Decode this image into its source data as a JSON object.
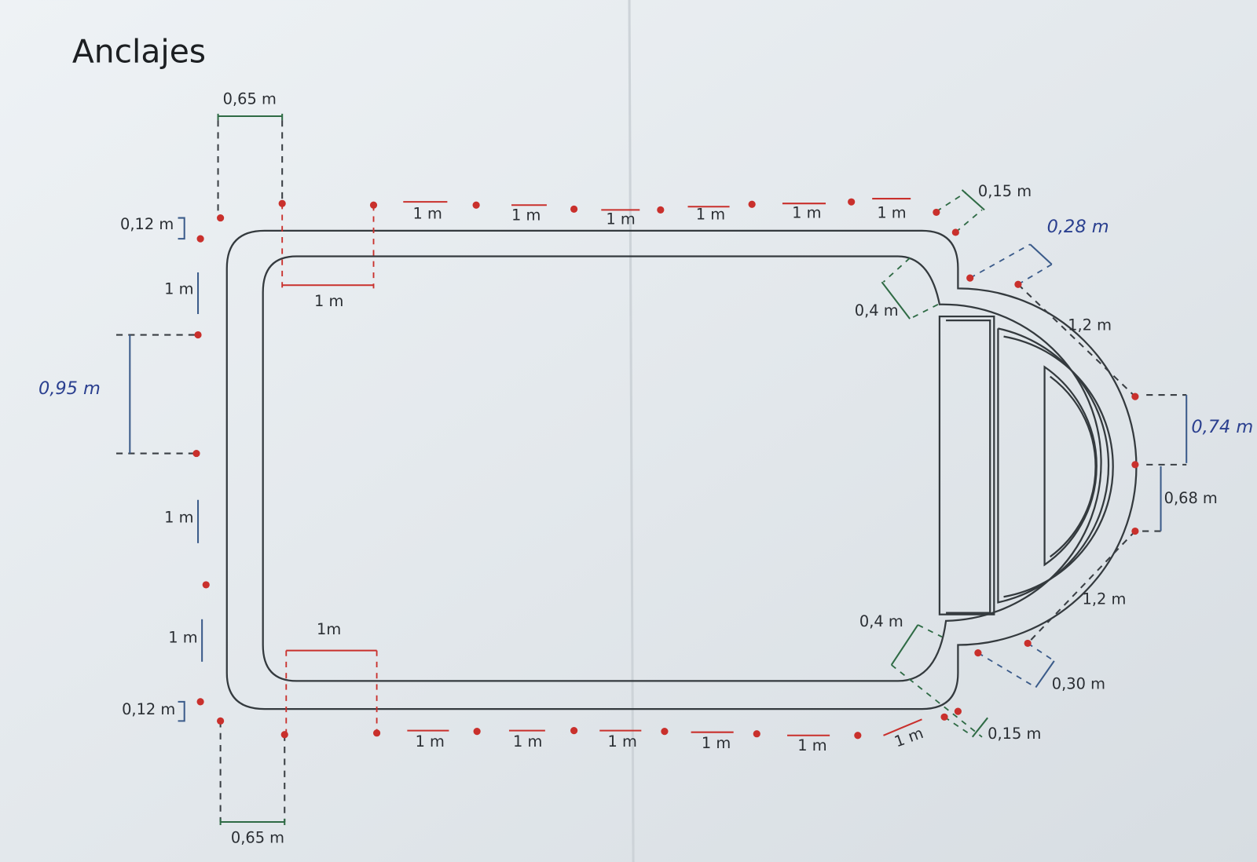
{
  "title": "Anclajes",
  "labels": {
    "top_width": "0,65 m",
    "bottom_width": "0,65 m",
    "offset_top_left": "0,12 m",
    "offset_bottom_left": "0,12 m",
    "left_1m_a": "1 m",
    "left_1m_b": "1 m",
    "left_1m_c": "1 m",
    "left_gap": "0,95 m",
    "inner_top": "1 m",
    "inner_bottom": "1m",
    "top_spacings": [
      "1 m",
      "1 m",
      "1 m",
      "1 m",
      "1 m",
      "1 m"
    ],
    "bottom_spacings": [
      "1 m",
      "1 m",
      "1 m",
      "1 m",
      "1 m",
      "1 m"
    ],
    "corner_top": "0,15 m",
    "corner_bottom": "0,15 m",
    "diag_top": "0,4 m",
    "diag_bottom": "0,4 m",
    "arc_offset_top": "0,28 m",
    "arc_offset_bottom": "0,30 m",
    "arc_top": "1,2 m",
    "arc_bottom": "1,2 m",
    "right_gap": "0,74 m",
    "right_lower": "0,68 m"
  },
  "colors": {
    "anchor": "#c9302c",
    "pool": "#343a3e",
    "green": "#2f6b45",
    "blue": "#3b5b8a",
    "handwriting": "#2a3f8f"
  }
}
